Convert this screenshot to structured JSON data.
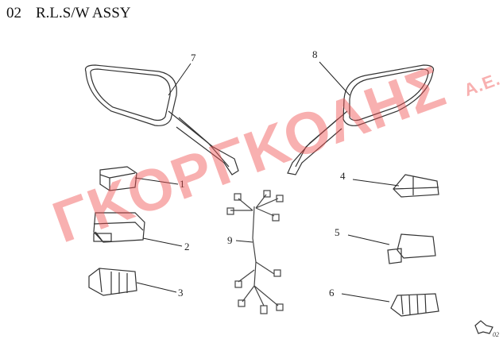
{
  "header": {
    "code": "02",
    "title": "R.L.S/W ASSY"
  },
  "callouts": {
    "c1": "1",
    "c2": "2",
    "c3": "3",
    "c4": "4",
    "c5": "5",
    "c6": "6",
    "c7": "7",
    "c8": "8",
    "c9": "9"
  },
  "watermark": {
    "text": "ΓΚΟΡΓΚΟΛΗΣ",
    "suffix": "Α.Ε."
  },
  "footer": {
    "next_page": "02"
  }
}
